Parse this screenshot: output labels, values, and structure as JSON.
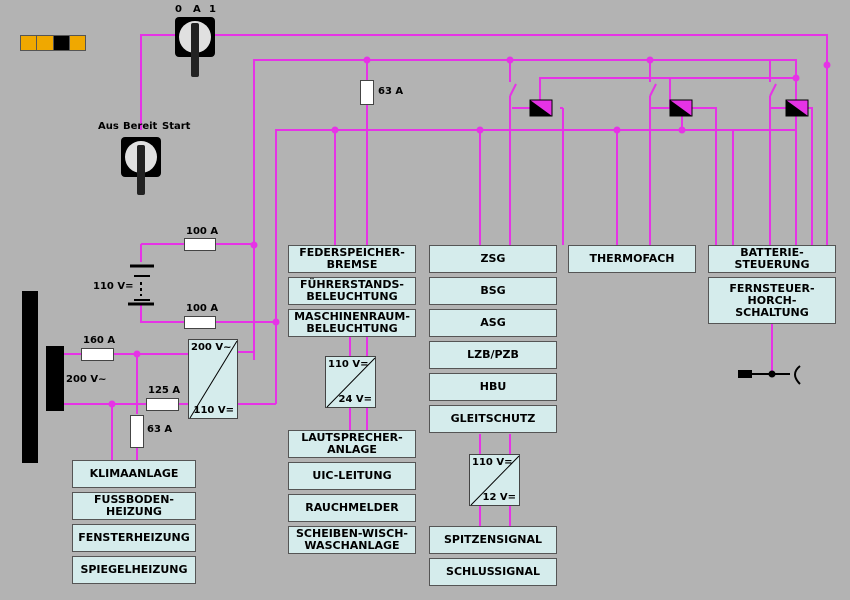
{
  "switches": {
    "main": {
      "positions": [
        "0",
        "A",
        "1"
      ]
    },
    "mode": {
      "positions": [
        "Aus",
        "Bereit",
        "Start"
      ]
    }
  },
  "indicator_colors": [
    "#f0a800",
    "#f0a800",
    "#000000",
    "#f0a800"
  ],
  "colors": {
    "wire": "#e633e6",
    "box": "#d5ecec",
    "background": "#b3b3b3",
    "bus": "#000000"
  },
  "fuses": {
    "f63a_top": "63 A",
    "f100a_upper": "100 A",
    "f100a_lower": "100 A",
    "f160a": "160 A",
    "f125a": "125 A",
    "f63a_left": "63 A"
  },
  "battery_label": "110 V=",
  "supply_label": "200 V~",
  "converters": {
    "main": {
      "in": "200 V~",
      "out": "110 V="
    },
    "lighting": {
      "in": "110 V=",
      "out": "24 V="
    },
    "signal": {
      "in": "110 V=",
      "out": "12 V="
    }
  },
  "boxes": {
    "federspeicherbremse": "FEDERSPEICHER-\nBREMSE",
    "fuehrerstandsbeleuchtung": "FÜHRERSTANDS-\nBELEUCHTUNG",
    "maschinenraumbeleuchtung": "MASCHINENRAUM-\nBELEUCHTUNG",
    "lautsprecheranlage": "LAUTSPRECHER-\nANLAGE",
    "uic_leitung": "UIC-LEITUNG",
    "rauchmelder": "RAUCHMELDER",
    "scheibenwischwaschanlage": "SCHEIBEN-WISCH-\nWASCHANLAGE",
    "zsg": "ZSG",
    "bsg": "BSG",
    "asg": "ASG",
    "lzb_pzb": "LZB/PZB",
    "hbu": "HBU",
    "gleitschutz": "GLEITSCHUTZ",
    "spitzensignal": "SPITZENSIGNAL",
    "schlusssignal": "SCHLUSSIGNAL",
    "thermofach": "THERMOFACH",
    "batteriesteuerung": "BATTERIE-\nSTEUERUNG",
    "fernsteuer": "FERNSTEUER-\nHORCH-\nSCHALTUNG",
    "klimaanlage": "KLIMAANLAGE",
    "fussbodenheizung": "FUSSBODEN-\nHEIZUNG",
    "fensterheizung": "FENSTERHEIZUNG",
    "spiegelheizung": "SPIEGELHEIZUNG"
  }
}
